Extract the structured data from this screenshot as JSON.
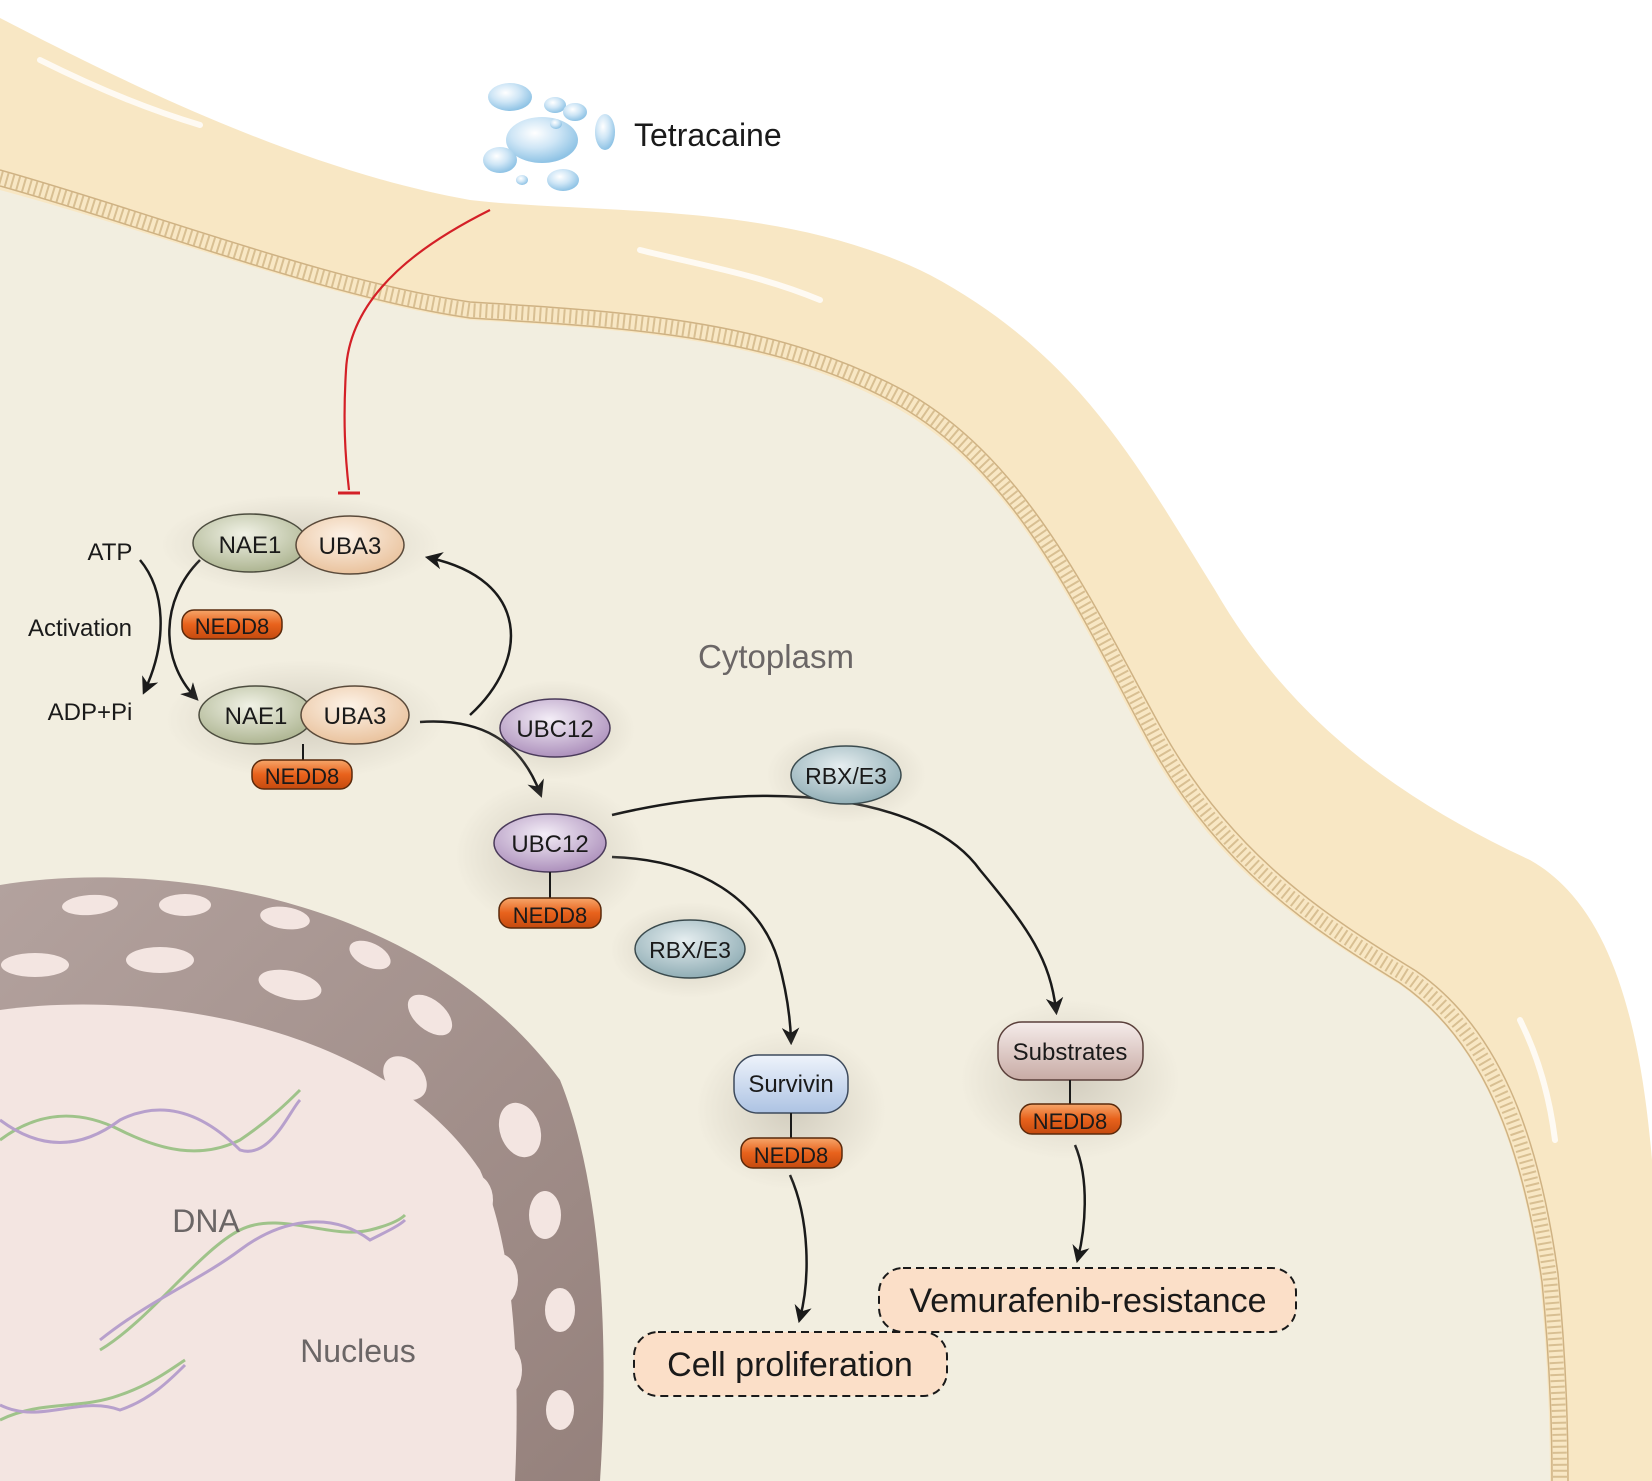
{
  "drug": {
    "label": "Tetracaine"
  },
  "compartments": {
    "cytoplasm": "Cytoplasm",
    "nucleus": "Nucleus",
    "dna": "DNA"
  },
  "activation": {
    "atp": "ATP",
    "process": "Activation",
    "products": "ADP+Pi"
  },
  "proteins": {
    "nae1": "NAE1",
    "uba3": "UBA3",
    "nedd8": "NEDD8",
    "ubc12": "UBC12",
    "rbx_e3": "RBX/E3",
    "survivin": "Survivin",
    "substrates": "Substrates"
  },
  "outcomes": {
    "proliferation": "Cell proliferation",
    "resistance": "Vemurafenib-resistance"
  },
  "colors": {
    "membrane": "#f8e7c4",
    "cytoplasm": "#f2eee0",
    "nucleus_envelope": "#a5928e",
    "nucleus_inner": "#f3e5e1",
    "inhibition": "#d42027",
    "nedd8": "#e8621c",
    "nae1": "#b9c0a0",
    "uba3": "#f1d2b4",
    "ubc12": "#c2a9d0",
    "rbx_e3": "#a9c2c8",
    "survivin": "#c3d4ec",
    "substrates": "#d9c2bd",
    "outcome": "#fbdfc8"
  }
}
